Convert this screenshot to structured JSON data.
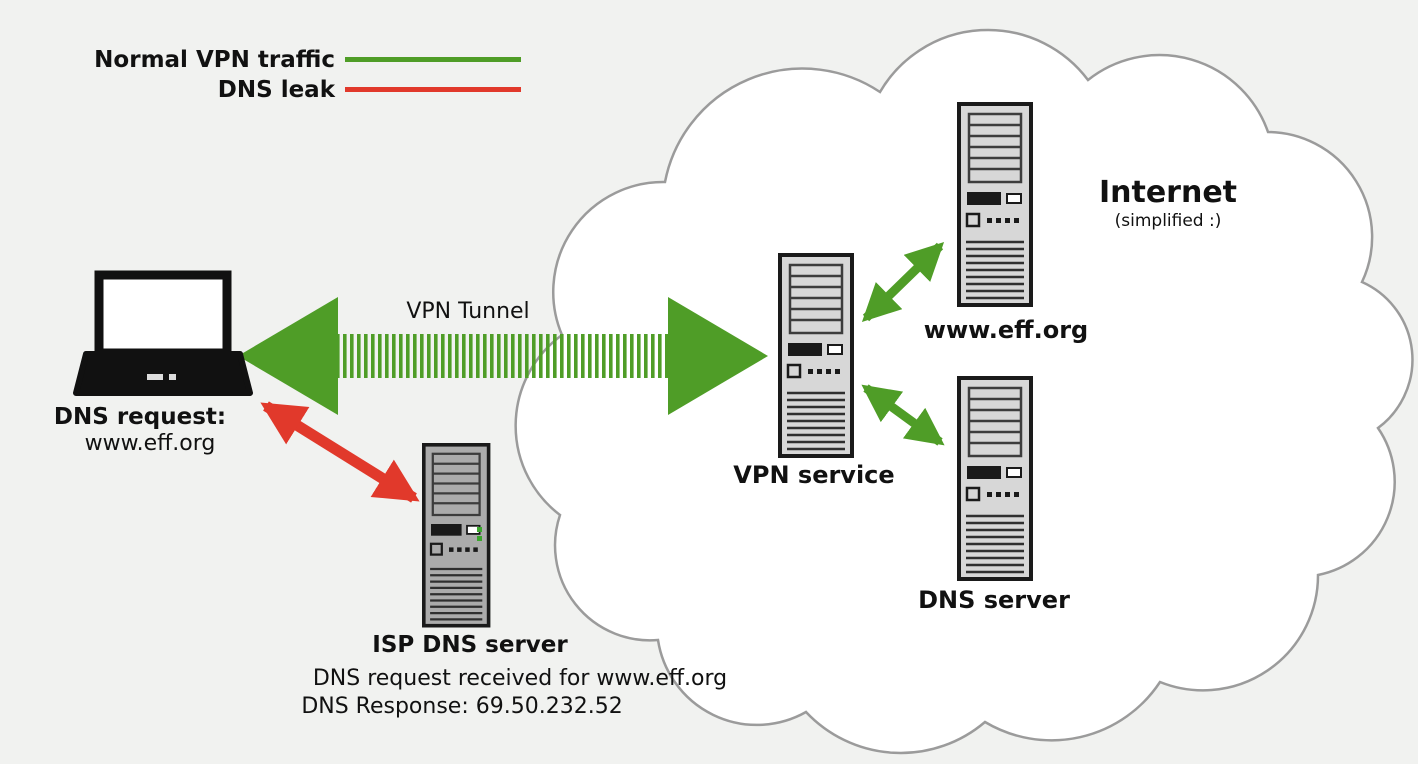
{
  "colors": {
    "background": "#f1f2f0",
    "green": "#4f9d27",
    "red": "#e1392b",
    "cloud_fill": "#ffffff",
    "cloud_stroke": "#9b9b9b"
  },
  "legend": {
    "normal_vpn_traffic": "Normal VPN traffic",
    "dns_leak": "DNS leak"
  },
  "tunnel": {
    "label": "VPN Tunnel"
  },
  "internet": {
    "title": "Internet",
    "subtitle": "(simplified :)"
  },
  "laptop": {
    "label_bold": "DNS request:",
    "label": "www.eff.org"
  },
  "vpn_service": {
    "label": "VPN service"
  },
  "web_server": {
    "label": "www.eff.org"
  },
  "dns_server": {
    "label": "DNS server"
  },
  "isp_dns_server": {
    "label": "ISP DNS server",
    "detail_line1": "DNS request received for www.eff.org",
    "detail_line2": "DNS Response: 69.50.232.52"
  }
}
